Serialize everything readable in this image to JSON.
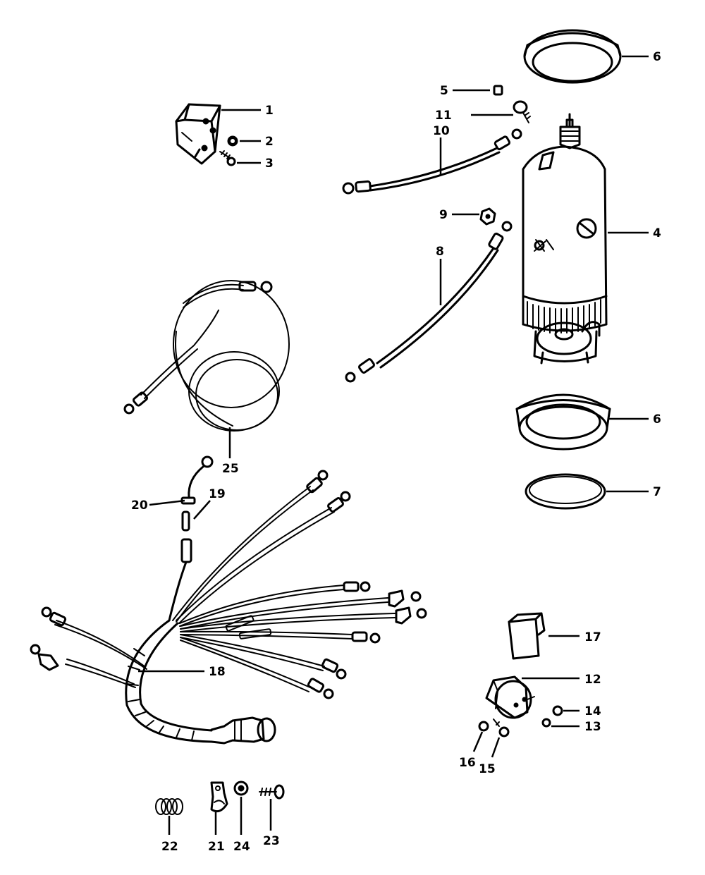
{
  "callouts": {
    "c1": "1",
    "c2": "2",
    "c3": "3",
    "c4": "4",
    "c5": "5",
    "c6a": "6",
    "c6b": "6",
    "c7": "7",
    "c8": "8",
    "c9": "9",
    "c10": "10",
    "c11": "11",
    "c12": "12",
    "c13": "13",
    "c14": "14",
    "c15": "15",
    "c16": "16",
    "c17": "17",
    "c18": "18",
    "c19": "19",
    "c20": "20",
    "c21": "21",
    "c22": "22",
    "c23": "23",
    "c24": "24",
    "c25": "25"
  },
  "colors": {
    "ink": "#000000",
    "paper": "#ffffff"
  }
}
